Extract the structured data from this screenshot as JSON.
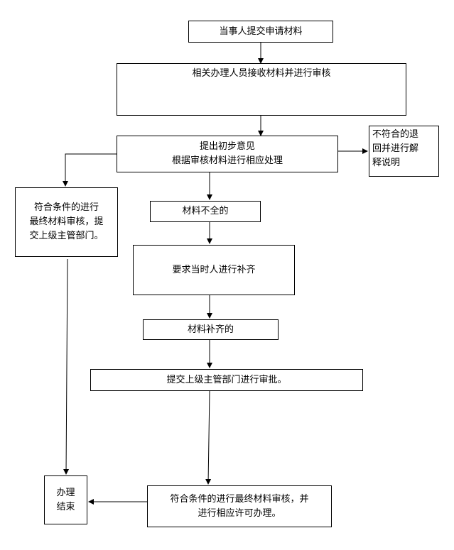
{
  "nodes": {
    "submit": "当事人提交申请材料",
    "receive": "相关办理人员接收材料并进行审核",
    "opinion_line1": "提出初步意见",
    "opinion_line2": "根据审核材料进行相应处理",
    "reject_line1": "不符合的退",
    "reject_line2": "回并进行解",
    "reject_line3": "释说明",
    "eligible_line1": "符合条件的进行",
    "eligible_line2": "最终材料审核，提",
    "eligible_line3": "交上级主管部门。",
    "incomplete": "材料不全的",
    "request_supplement": "要求当时人进行补齐",
    "supplemented": "材料补齐的",
    "submit_superior": "提交上级主管部门进行审批。",
    "final_line1": "符合条件的进行最终材料审核，并",
    "final_line2": "进行相应许可办理。",
    "end_line1": "办理",
    "end_line2": "结束"
  },
  "colors": {
    "stroke": "#000000",
    "background": "#ffffff"
  }
}
